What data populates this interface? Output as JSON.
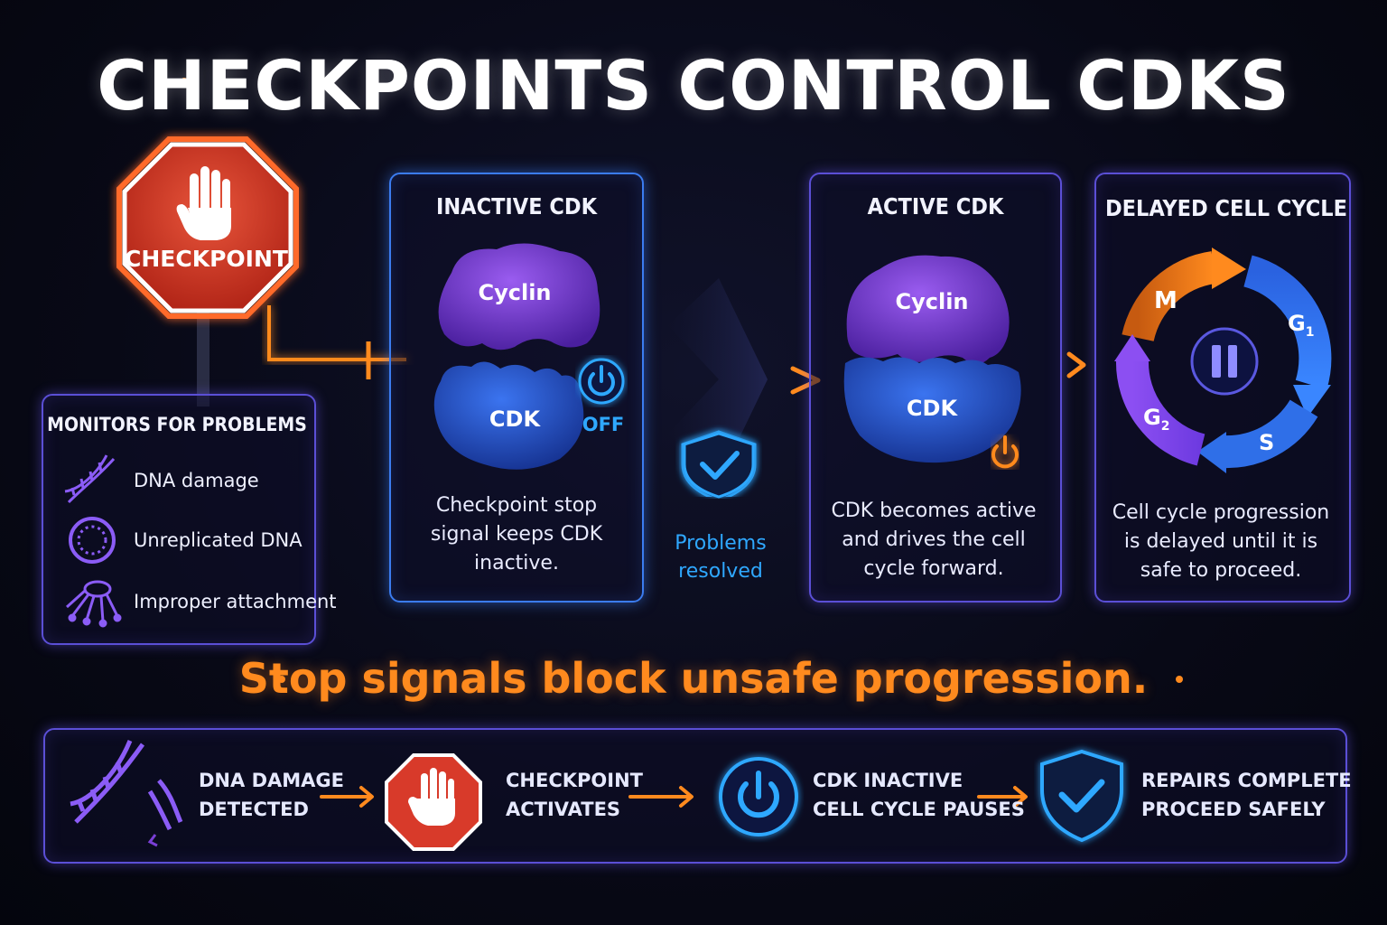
{
  "title": "CHECKPOINTS CONTROL CDKS",
  "checkpoint_sign": {
    "label": "CHECKPOINT",
    "icon": "hand-stop-icon"
  },
  "monitors": {
    "heading": "MONITORS FOR PROBLEMS",
    "items": [
      {
        "label": "DNA damage",
        "icon": "dna-icon"
      },
      {
        "label": "Unreplicated DNA",
        "icon": "circular-dna-icon"
      },
      {
        "label": "Improper attachment",
        "icon": "spindle-icon"
      }
    ]
  },
  "inactive_panel": {
    "heading": "INACTIVE CDK",
    "cyclin_label": "Cyclin",
    "cdk_label": "CDK",
    "state_label": "OFF",
    "body": [
      "Checkpoint stop",
      "signal keeps CDK",
      "inactive."
    ]
  },
  "resolved": {
    "lines": [
      "Problems",
      "resolved"
    ],
    "icon": "shield-check-icon"
  },
  "active_panel": {
    "heading": "ACTIVE CDK",
    "cyclin_label": "Cyclin",
    "cdk_label": "CDK",
    "body": [
      "CDK becomes active",
      "and drives the cell",
      "cycle forward."
    ]
  },
  "delayed_panel": {
    "heading": "DELAYED CELL CYCLE",
    "phases": {
      "m": "M",
      "g1": "G",
      "g1_sub": "1",
      "s": "S",
      "g2": "G",
      "g2_sub": "2"
    },
    "body": [
      "Cell cycle progression",
      "is delayed until it is",
      "safe to proceed."
    ]
  },
  "tagline": "Stop signals block unsafe progression.",
  "steps": [
    {
      "lines": [
        "DNA DAMAGE",
        "DETECTED"
      ],
      "icon": "dna-icon"
    },
    {
      "lines": [
        "CHECKPOINT",
        "ACTIVATES"
      ],
      "icon": "stop-sign-icon"
    },
    {
      "lines": [
        "CDK INACTIVE",
        "CELL CYCLE PAUSES"
      ],
      "icon": "power-icon"
    },
    {
      "lines": [
        "REPAIRS COMPLETE",
        "PROCEED SAFELY"
      ],
      "icon": "shield-check-icon"
    }
  ],
  "colors": {
    "accent_orange": "#ff8a1e",
    "cyclin_purple": "#7a3fd6",
    "cdk_blue": "#2456d6",
    "stop_red": "#d83a2a",
    "neon_blue": "#2fa8ff"
  }
}
